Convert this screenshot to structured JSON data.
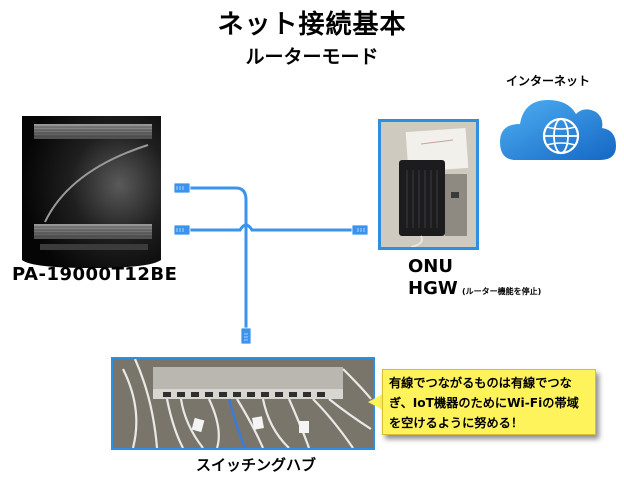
{
  "diagram": {
    "title": "ネット接続基本",
    "subtitle": "ルーターモード",
    "internet_label": "インターネット",
    "pa_device_label": "PA-19000T12BE",
    "onu_label": "ONU",
    "hgw_label": "HGW",
    "hgw_note": "(ルーター機能を停止)",
    "switch_label": "スイッチングハブ",
    "callout_text": "有線でつながるものは有線でつなぎ、IoT機器のためにWi-Fiの帯域を空けるように努める！",
    "colors": {
      "cable": "#3a93ec",
      "frame": "#2e8fe0",
      "cloud": "#1f7fd6",
      "callout": "#fff35b"
    },
    "icons": [
      "cloud-globe-icon",
      "ethernet-plug-icon"
    ]
  }
}
